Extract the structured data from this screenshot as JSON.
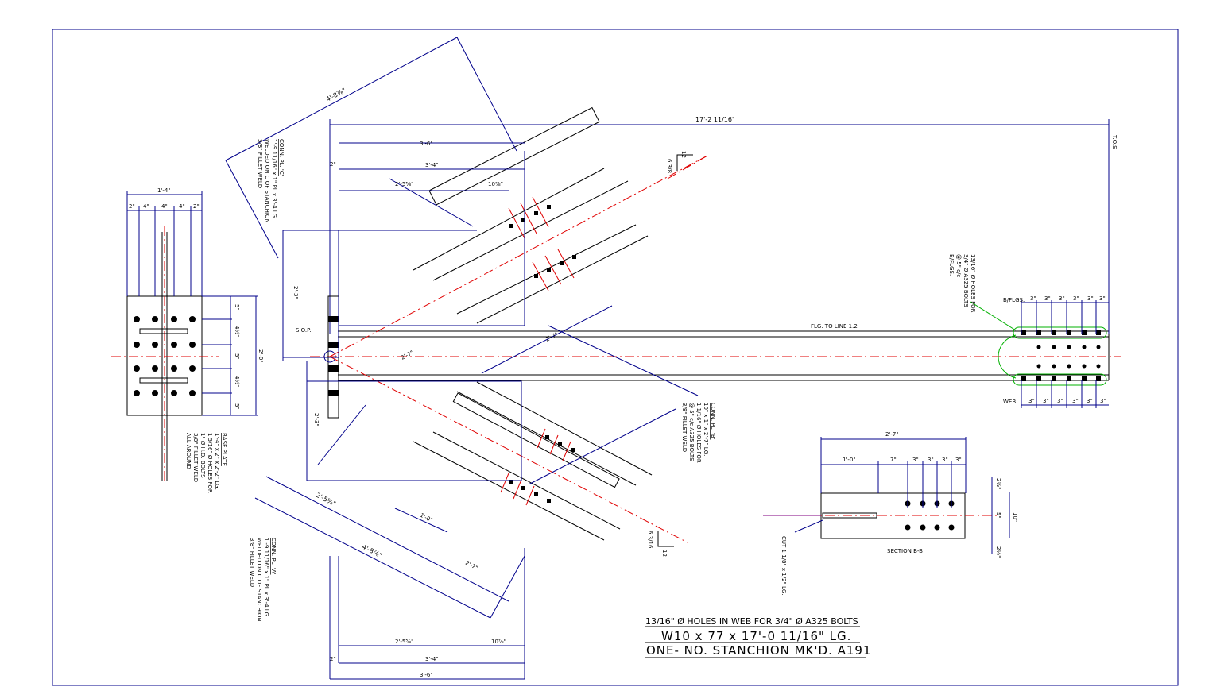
{
  "title": {
    "line1": "13/16\" Ø HOLES IN WEB FOR 3/4\" Ø A325 BOLTS",
    "line2": "W10 x 77 x 17'-0 11/16\" LG.",
    "line3": "ONE- NO. STANCHION MK'D. A191"
  },
  "dimensions": {
    "overall_length": "17'-2 11/16\"",
    "diag_top": "4'-8⅞\"",
    "diag_bottom": "4'-8⅞\"",
    "top_3_6": "3'-6\"",
    "top_3_4": "3'-4\"",
    "top_2_5": "2'-5⅝\"",
    "top_10": "10⅞\"",
    "bot_3_6": "3'-6\"",
    "bot_3_4": "3'-4\"",
    "bot_2_5": "2'-5⅝\"",
    "bot_10": "10⅞\"",
    "base_1_4": "1'-4\"",
    "base_2a": "2\"",
    "base_4a": "4\"",
    "base_4b": "4\"",
    "base_4c": "4\"",
    "base_2b": "2\"",
    "base_2_0": "2'-0\"",
    "base_5a": "5\"",
    "base_4h": "4½\"",
    "base_5b": "5\"",
    "base_4h2": "4½\"",
    "base_5c": "5\"",
    "sec_2_7": "2'-7\"",
    "sec_1_0": "1'-0\"",
    "sec_7": "7\"",
    "sec_3a": "3\"",
    "sec_3b": "3\"",
    "sec_3c": "3\"",
    "sec_3d": "3\"",
    "sec_10": "10\"",
    "sec_5": "5\"",
    "sec_2h_top": "2½\"",
    "sec_2h_bot": "2½\"",
    "web_pitch": [
      "3\"",
      "3\"",
      "3\"",
      "3\"",
      "3\"",
      "3\""
    ],
    "flg_pitch": [
      "3\"",
      "3\"",
      "3\"",
      "3\"",
      "3\"",
      "3\""
    ],
    "t_o_s": "T.O.S",
    "bfgs_top": "B/FLGS.",
    "web_lbl": "WEB",
    "sop": "S.O.P.",
    "two_3_top": "2'-3\"",
    "two_3_bot": "2'-3\"",
    "flg_line": "FLG. TO LINE 1.2",
    "slope_top": "6 3/8",
    "slope_bot": "6 3/16",
    "slope_12a": "12",
    "slope_12b": "12",
    "two_7_upper": "2'-7\"",
    "two_7_lower": "2'-7\"",
    "one_0_lower": "1'-0\""
  },
  "notes": {
    "conn_c": [
      "CONN. PL. 'C'",
      "1'-9 11/16\" x 1\" PL x 3'-4 LG.",
      "WELDED ON C OF STANCHION",
      "3/8\" FILLET WELD"
    ],
    "conn_a": [
      "CONN. PL. 'A'",
      "1'-9 11/16\" x 1\" PL x 3'-4 LG.",
      "WELDED ON C OF STANCHION",
      "3/8\" FILLET WELD"
    ],
    "conn_b": [
      "CONN. PL. 'B'",
      "10\" x 1\" x 2'-7\" LG.",
      "1 1/16\" Ø HOLES FOR",
      "@ 5\" c/c A325 BOLTS",
      "3/8\" FILLET WELD"
    ],
    "base_plate": [
      "BASE PLATE",
      "1'-4\" x 2\" x 2'-2\" LG.",
      "1 5/16\" Ø HOLES FOR",
      "1\" Ø H.D. BOLTS",
      "3/8\" FILLET WELD",
      "ALL AROUND"
    ],
    "bolt_holes": [
      "13/16\" Ø HOLES FOR",
      "3/4\" Ø A325 BOLTS",
      "@ 5\" c/c",
      "B/FLGS."
    ],
    "section": "SECTION B-B",
    "cut": "CUT 1 1/8\" x 1/2\" LG."
  },
  "colors": {
    "dimension": "#00008b",
    "centerline": "#e00000",
    "outline": "#000000",
    "highlight": "#00b000"
  }
}
